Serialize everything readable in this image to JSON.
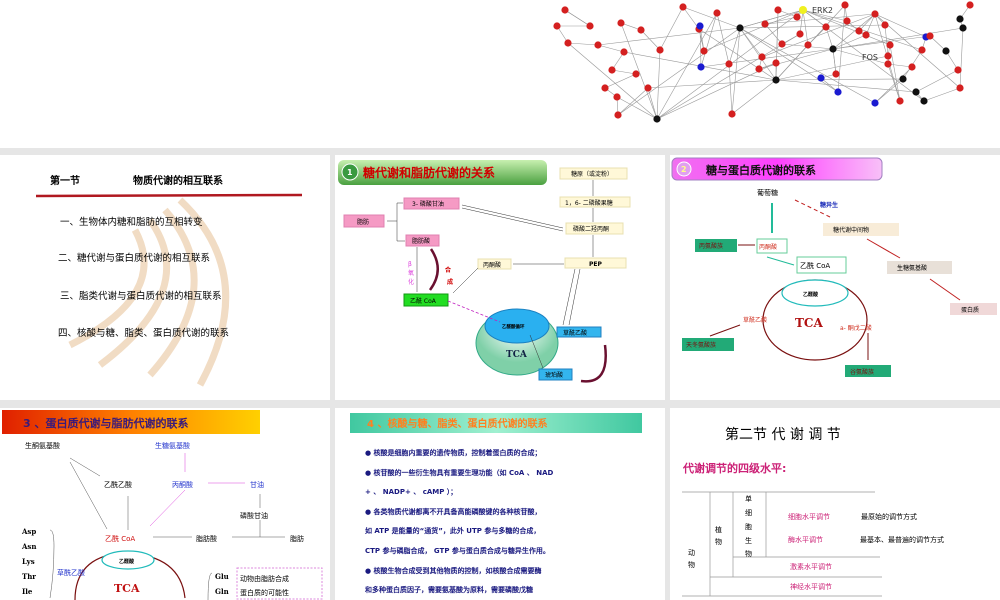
{
  "slide_top": {
    "labels": {
      "erk2": "ERK2",
      "fos": "FOS"
    }
  },
  "slide1": {
    "title_left": "第一节",
    "title_right": "物质代谢的相互联系",
    "items": [
      "一、生物体内糖和脂肪的互相转变",
      "二、糖代谢与蛋白质代谢的相互联系",
      "三、脂类代谢与蛋白质代谢的相互联系",
      "四、核酸与糖、脂类、蛋白质代谢的联系"
    ]
  },
  "slide2": {
    "badge": "1",
    "title": "糖代谢和脂肪代谢的关系",
    "glycogen": "糖原（或淀粉）",
    "fbp": "1，6- 二磷酸果糖",
    "dhap": "磷酸二羟丙酮",
    "pep": "PEP",
    "pyruvate": "丙酮酸",
    "g3p": "3- 磷酸甘油",
    "fat": "脂肪",
    "fatty_acid": "脂肪酸",
    "acetyl_coa": "乙酰 CoA",
    "beta_ox": [
      "β",
      "氧",
      "化"
    ],
    "synth": [
      "合",
      "成"
    ],
    "glyoxylate": "乙醛酸循环",
    "tca": "TCA",
    "oaa": "草酰乙酸",
    "succinate": "琥珀酸"
  },
  "slide3": {
    "badge": "2",
    "title": "糖与蛋白质代谢的联系",
    "glucose": "葡萄糖",
    "gluconeo": "糖异生",
    "intermediate": "糖代谢中间物",
    "glucogenic": "生糖氨基酸",
    "protein": "蛋白质",
    "ala_family": "丙氨酸族",
    "pyruvate": "丙酮酸",
    "acetyl_coa": "乙酰 CoA",
    "glyoxylate": "乙醛酸",
    "oaa": "草酰乙酸",
    "tca": "TCA",
    "akg": "a- 酮戊二酸",
    "asp_family": "天冬氨酸族",
    "glu_family": "谷氨酸族"
  },
  "slide4": {
    "title": "3 、蛋白质代谢与脂肪代谢的联系",
    "ketogenic": "生酮氨基酸",
    "glucogenic": "生糖氨基酸",
    "acetoacetate": "乙酰乙酸",
    "pyruvate": "丙酮酸",
    "glycerol": "甘油",
    "glycerol_p": "磷酸甘油",
    "acetyl_coa": "乙酰 CoA",
    "fatty_acid": "脂肪酸",
    "fat": "脂肪",
    "amino_acids": [
      "Asp",
      "Asn",
      "Lys",
      "Thr",
      "Ile"
    ],
    "oaa": "草酰乙酸",
    "glyoxylate": "乙醛酸",
    "tca": "TCA",
    "glu": [
      "Glu",
      "Gln"
    ],
    "note": [
      "动物由脂肪合成",
      "蛋白质的可能性"
    ]
  },
  "slide5": {
    "title": "4 、核酸与糖、脂类、蛋白质代谢的联系",
    "lines": [
      "●  核酸是细胞内重要的遗传物质，控制着蛋白质的合成；",
      "● 核苷酸的一些衍生物具有重要生理功能（如 CoA 、 NAD",
      "+ 、 NADP+ 、 cAMP ）；",
      "●  各类物质代谢都离不开具备高能磷酸键的各种核苷酸，",
      "如 ATP 是能量的“通货”，此外 UTP 参与多糖的合成，",
      "CTP 参与磷脂合成， GTP 参与蛋白质合成与糖异生作用。",
      "●  核酸生物合成受到其他物质的控制，如核酸合成需要酶",
      "和多种蛋白质因子，需要氨基酸为原料，需要磷酸戊糖"
    ]
  },
  "slide6": {
    "title": "第二节   代 谢 调 节",
    "subtitle": "代谢调节的四级水平:",
    "animal": [
      "动",
      "物"
    ],
    "plant": [
      "植",
      "物"
    ],
    "unicellular": [
      "单",
      "细",
      "胞",
      "生",
      "物"
    ],
    "levels": [
      "细胞水平调节",
      "酶水平调节",
      "激素水平调节",
      "神经水平调节"
    ],
    "notes": [
      "最原始的调节方式",
      "最基本、最普遍的调节方式"
    ]
  },
  "colors": {
    "accent_red": "#c00000",
    "magenta": "#cc2277",
    "navy": "#1a1a80",
    "green_box": "#22aa77"
  }
}
